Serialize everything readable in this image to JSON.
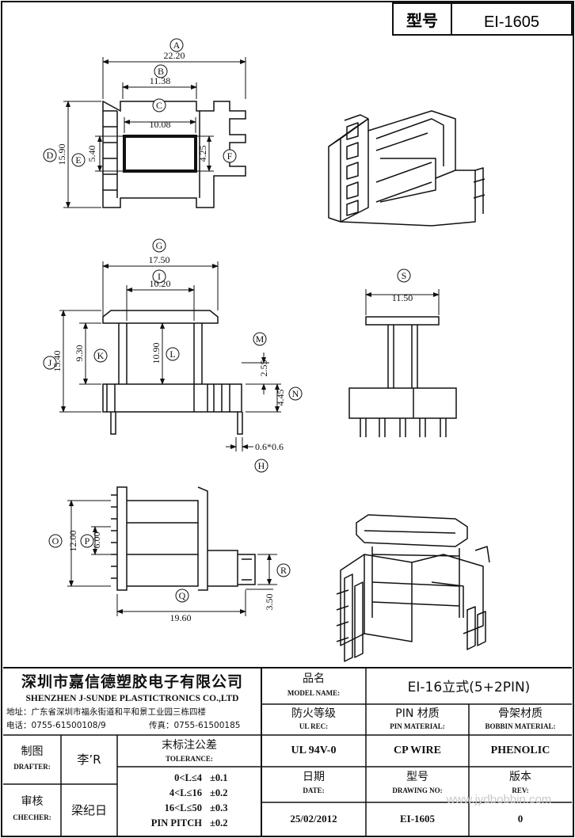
{
  "header": {
    "label": "型号",
    "value": "EI-1605"
  },
  "dims": {
    "A": "22.20",
    "B": "11.38",
    "C": "10.08",
    "D": "15.90",
    "E": "5.40",
    "F": "4.25",
    "G": "17.50",
    "I": "10.20",
    "J": "15.40",
    "K": "9.30",
    "L": "10.90",
    "M": "2.55",
    "N": "4.45",
    "H": "0.6*0.6",
    "S": "11.50",
    "O": "12.00",
    "P": "6.00",
    "Q": "19.60",
    "R": "3.50"
  },
  "company": {
    "name_cn": "深圳市嘉信德塑胶电子有限公司",
    "name_en": "SHENZHEN J-SUNDE PLASTICTRONICS CO.,LTD",
    "address": "地址：广东省深圳市福永街道和平和景工业园三栋四楼",
    "phone": "电话：0755-61500108/9",
    "fax": "传真：0755-61500185"
  },
  "fields": {
    "model_cn": "品名",
    "model_en": "MODEL NAME:",
    "model_value": "EI-16立式(5+2PIN)",
    "ul_cn": "防火等级",
    "ul_en": "UL REC:",
    "ul_value": "UL 94V-0",
    "pin_cn": "PIN 材质",
    "pin_en": "PIN MATERIAL:",
    "pin_value": "CP WIRE",
    "bobbin_cn": "骨架材质",
    "bobbin_en": "BOBBIN MATERIAL:",
    "bobbin_value": "PHENOLIC",
    "drafter_cn": "制图",
    "drafter_en": "DRAFTER:",
    "drafter_value": "李’R",
    "checker_cn": "审核",
    "checker_en": "CHECHER:",
    "checker_value": "梁纪日",
    "tol_cn": "末标注公差",
    "tol_en": "TOLERANCE:",
    "tol_rows": [
      [
        "0<L≤4",
        "±0.1"
      ],
      [
        "4<L≤16",
        "±0.2"
      ],
      [
        "16<L≤50",
        "±0.3"
      ],
      [
        "PIN PITCH",
        "±0.2"
      ]
    ],
    "date_cn": "日期",
    "date_en": "DATE:",
    "date_value": "25/02/2012",
    "drawing_cn": "型号",
    "drawing_en": "DRAWING NO:",
    "drawing_value": "EI-1605",
    "rev_cn": "版本",
    "rev_en": "REV:",
    "rev_value": "0"
  },
  "watermark": "www.jydbobbin.com"
}
